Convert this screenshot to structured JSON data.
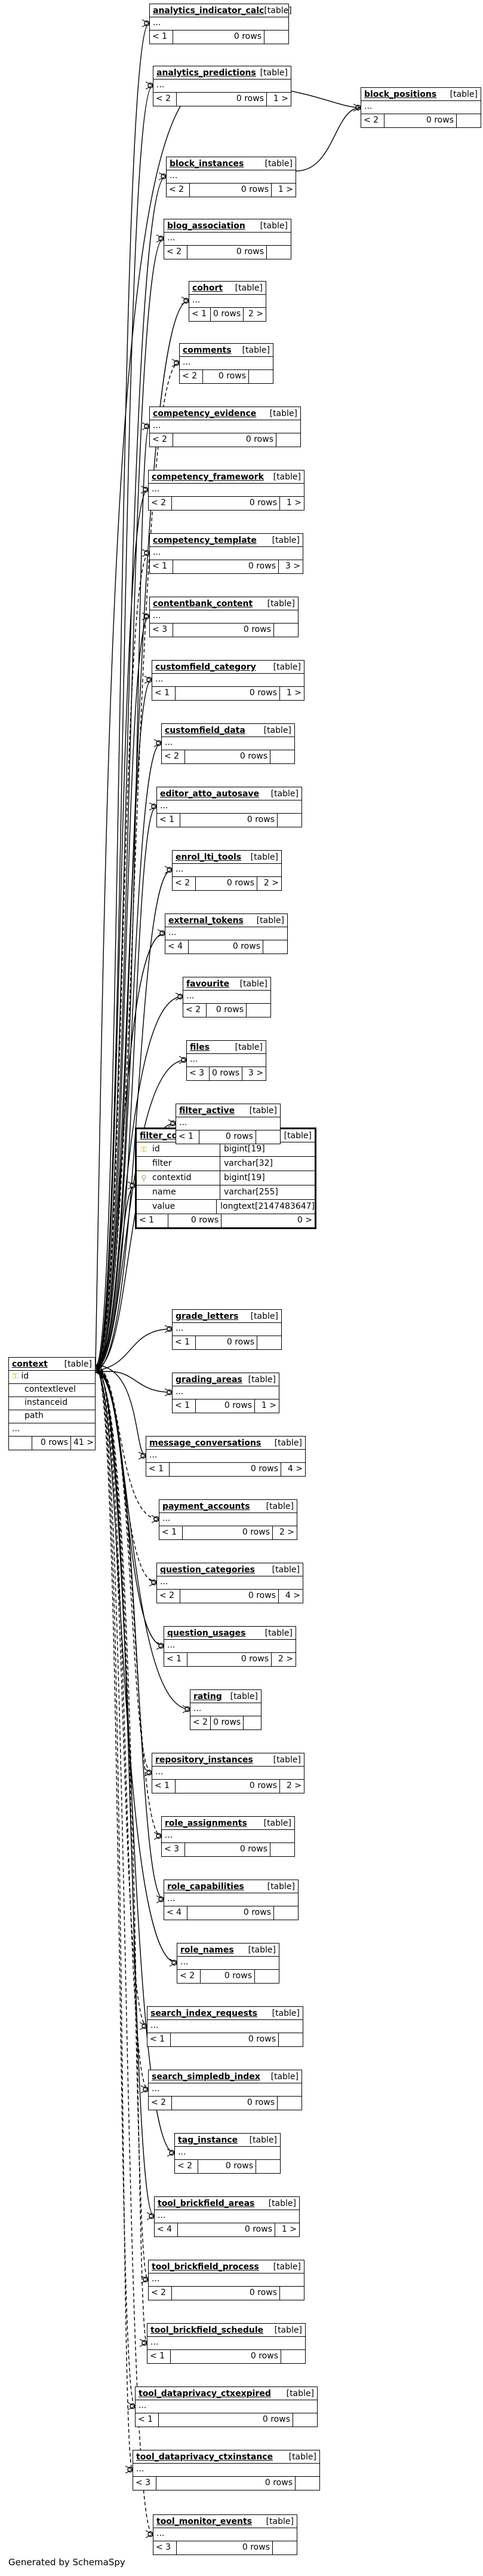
{
  "credit": "Generated by SchemaSpy",
  "tags": {
    "table": "[table]"
  },
  "center": {
    "name": "context",
    "columns": [
      {
        "name": "id",
        "pk": true
      },
      {
        "name": "contextlevel"
      },
      {
        "name": "instanceid"
      },
      {
        "name": "path"
      }
    ],
    "ellipsis": "...",
    "rows": "0 rows",
    "children": "41 >"
  },
  "focus": {
    "name": "filter_config",
    "columns": [
      {
        "name": "id",
        "type": "bigint[19]",
        "key": "pk"
      },
      {
        "name": "filter",
        "type": "varchar[32]",
        "key": ""
      },
      {
        "name": "contextid",
        "type": "bigint[19]",
        "key": "fk"
      },
      {
        "name": "name",
        "type": "varchar[255]",
        "key": ""
      },
      {
        "name": "value",
        "type": "longtext[2147483647]",
        "key": ""
      }
    ],
    "parents": "< 1",
    "rows": "0 rows",
    "children": "0 >"
  },
  "block_positions": {
    "name": "block_positions",
    "ellipsis": "...",
    "parents": "< 2",
    "rows": "0 rows",
    "children": ""
  },
  "tables": [
    {
      "name": "analytics_indicator_calc",
      "parents": "< 1",
      "rows": "0 rows",
      "children": ""
    },
    {
      "name": "analytics_predictions",
      "parents": "< 2",
      "rows": "0 rows",
      "children": "1 >"
    },
    {
      "name": "block_instances",
      "parents": "< 2",
      "rows": "0 rows",
      "children": "1 >"
    },
    {
      "name": "blog_association",
      "parents": "< 2",
      "rows": "0 rows",
      "children": ""
    },
    {
      "name": "cohort",
      "parents": "< 1",
      "rows": "0 rows",
      "children": "2 >"
    },
    {
      "name": "comments",
      "parents": "< 2",
      "rows": "0 rows",
      "children": ""
    },
    {
      "name": "competency_evidence",
      "parents": "< 2",
      "rows": "0 rows",
      "children": ""
    },
    {
      "name": "competency_framework",
      "parents": "< 2",
      "rows": "0 rows",
      "children": "1 >"
    },
    {
      "name": "competency_template",
      "parents": "< 1",
      "rows": "0 rows",
      "children": "3 >"
    },
    {
      "name": "contentbank_content",
      "parents": "< 3",
      "rows": "0 rows",
      "children": ""
    },
    {
      "name": "customfield_category",
      "parents": "< 1",
      "rows": "0 rows",
      "children": "1 >"
    },
    {
      "name": "customfield_data",
      "parents": "< 2",
      "rows": "0 rows",
      "children": ""
    },
    {
      "name": "editor_atto_autosave",
      "parents": "< 1",
      "rows": "0 rows",
      "children": ""
    },
    {
      "name": "enrol_lti_tools",
      "parents": "< 2",
      "rows": "0 rows",
      "children": "2 >"
    },
    {
      "name": "external_tokens",
      "parents": "< 4",
      "rows": "0 rows",
      "children": ""
    },
    {
      "name": "favourite",
      "parents": "< 2",
      "rows": "0 rows",
      "children": ""
    },
    {
      "name": "files",
      "parents": "< 3",
      "rows": "0 rows",
      "children": "3 >"
    },
    {
      "name": "filter_active",
      "parents": "< 1",
      "rows": "0 rows",
      "children": ""
    },
    {
      "name": "grade_letters",
      "parents": "< 1",
      "rows": "0 rows",
      "children": ""
    },
    {
      "name": "grading_areas",
      "parents": "< 1",
      "rows": "0 rows",
      "children": "1 >"
    },
    {
      "name": "message_conversations",
      "parents": "< 1",
      "rows": "0 rows",
      "children": "4 >"
    },
    {
      "name": "payment_accounts",
      "parents": "< 1",
      "rows": "0 rows",
      "children": "2 >"
    },
    {
      "name": "question_categories",
      "parents": "< 2",
      "rows": "0 rows",
      "children": "4 >"
    },
    {
      "name": "question_usages",
      "parents": "< 1",
      "rows": "0 rows",
      "children": "2 >"
    },
    {
      "name": "rating",
      "parents": "< 2",
      "rows": "0 rows",
      "children": ""
    },
    {
      "name": "repository_instances",
      "parents": "< 1",
      "rows": "0 rows",
      "children": "2 >"
    },
    {
      "name": "role_assignments",
      "parents": "< 3",
      "rows": "0 rows",
      "children": ""
    },
    {
      "name": "role_capabilities",
      "parents": "< 4",
      "rows": "0 rows",
      "children": ""
    },
    {
      "name": "role_names",
      "parents": "< 2",
      "rows": "0 rows",
      "children": ""
    },
    {
      "name": "search_index_requests",
      "parents": "< 1",
      "rows": "0 rows",
      "children": ""
    },
    {
      "name": "search_simpledb_index",
      "parents": "< 2",
      "rows": "0 rows",
      "children": ""
    },
    {
      "name": "tag_instance",
      "parents": "< 2",
      "rows": "0 rows",
      "children": ""
    },
    {
      "name": "tool_brickfield_areas",
      "parents": "< 4",
      "rows": "0 rows",
      "children": "1 >"
    },
    {
      "name": "tool_brickfield_process",
      "parents": "< 2",
      "rows": "0 rows",
      "children": ""
    },
    {
      "name": "tool_brickfield_schedule",
      "parents": "< 1",
      "rows": "0 rows",
      "children": ""
    },
    {
      "name": "tool_dataprivacy_ctxexpired",
      "parents": "< 1",
      "rows": "0 rows",
      "children": ""
    },
    {
      "name": "tool_dataprivacy_ctxinstance",
      "parents": "< 3",
      "rows": "0 rows",
      "children": ""
    },
    {
      "name": "tool_monitor_events",
      "parents": "< 3",
      "rows": "0 rows",
      "children": ""
    }
  ],
  "ellipsis": "..."
}
